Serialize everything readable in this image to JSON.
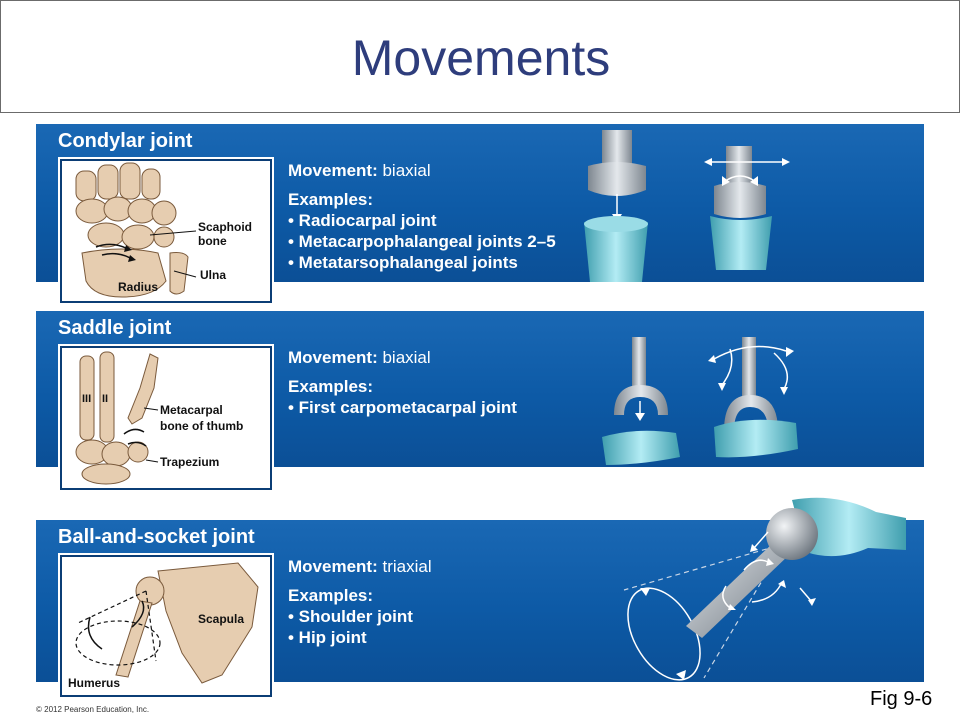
{
  "slide": {
    "title": "Movements",
    "figure_ref": "Fig 9-6",
    "copyright": "© 2012 Pearson Education, Inc."
  },
  "panels": [
    {
      "heading": "Condylar joint",
      "movement_label": "Movement:",
      "movement_value": "biaxial",
      "examples_label": "Examples:",
      "examples": [
        "• Radiocarpal joint",
        "• Metacarpophalangeal joints 2–5",
        "• Metatarsophalangeal joints"
      ],
      "illustration_labels": [
        "Scaphoid",
        "bone",
        "Ulna",
        "Radius"
      ]
    },
    {
      "heading": "Saddle joint",
      "movement_label": "Movement:",
      "movement_value": "biaxial",
      "examples_label": "Examples:",
      "examples": [
        "• First carpometacarpal joint"
      ],
      "illustration_labels": [
        "III",
        "II",
        "Metacarpal",
        "bone of thumb",
        "Trapezium"
      ]
    },
    {
      "heading": "Ball-and-socket joint",
      "movement_label": "Movement:",
      "movement_value": "triaxial",
      "examples_label": "Examples:",
      "examples": [
        "• Shoulder joint",
        "• Hip joint"
      ],
      "illustration_labels": [
        "Scapula",
        "Humerus"
      ]
    }
  ],
  "colors": {
    "title": "#2e3d7c",
    "panel": "#0d5aa6",
    "bone": "#e6cdb0",
    "cartilage": "#8fd3df",
    "model_gray": "#b8bfc6"
  }
}
